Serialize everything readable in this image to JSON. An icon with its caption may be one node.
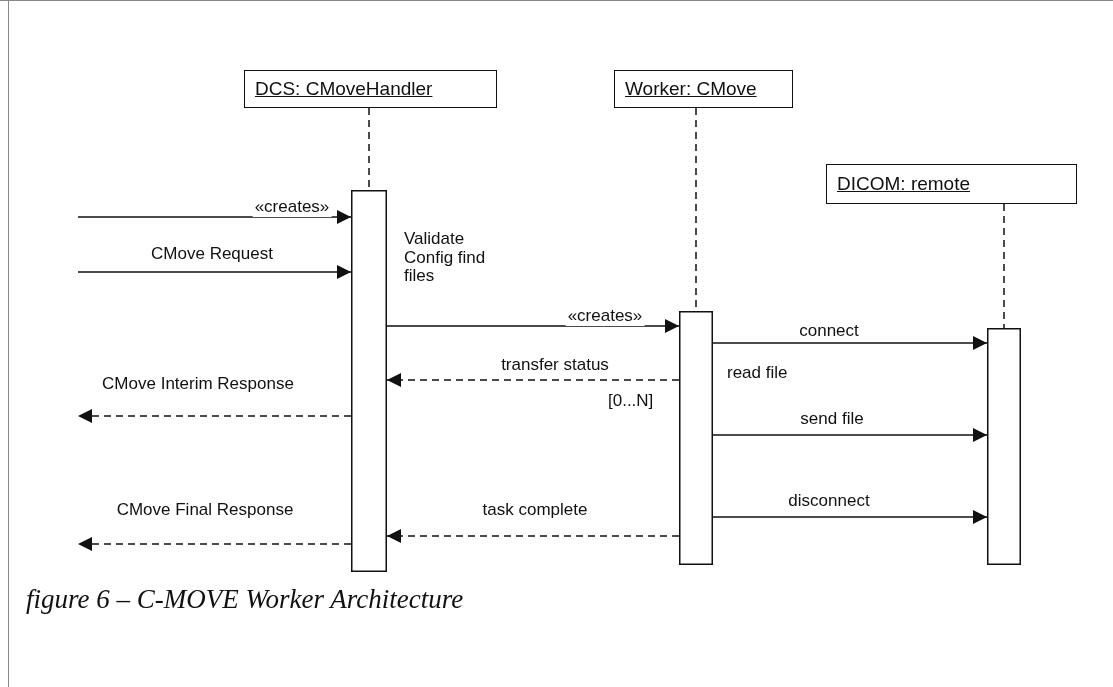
{
  "diagram": {
    "caption": "figure 6 – C-MOVE Worker Architecture",
    "nodes": [
      {
        "text": [
          "DCS: CMoveHandler"
        ]
      },
      {
        "text": [
          "Worker: CMove"
        ]
      },
      {
        "text": [
          "DICOM: remote"
        ]
      },
      {
        "text": [],
        "shape": "bar"
      },
      {
        "text": [],
        "shape": "bar"
      },
      {
        "text": [],
        "shape": "bar"
      }
    ],
    "edges": [
      {
        "from": 0,
        "to": 3,
        "arrow": "none",
        "style": "dashed"
      },
      {
        "from": 1,
        "to": 4,
        "arrow": "none",
        "style": "dashed"
      },
      {
        "from": 2,
        "to": 5,
        "arrow": "none",
        "style": "dashed"
      },
      {
        "from": null,
        "to": 3,
        "arrow": "to",
        "label": "«creates»"
      },
      {
        "from": null,
        "to": 3,
        "arrow": "to",
        "label": "CMove Request"
      },
      {
        "from": 3,
        "to": 4,
        "arrow": "to",
        "label": "«creates»"
      },
      {
        "from": 4,
        "to": 5,
        "arrow": "to",
        "label": "connect"
      },
      {
        "from": 4,
        "to": 3,
        "arrow": "to",
        "style": "dashed",
        "label": "transfer status"
      },
      {
        "from": 3,
        "to": null,
        "arrow": "to",
        "style": "dashed",
        "label": "CMove Interim Response"
      },
      {
        "from": 4,
        "to": 5,
        "arrow": "to",
        "label": "send file"
      },
      {
        "from": 4,
        "to": 5,
        "arrow": "to",
        "label": "disconnect"
      },
      {
        "from": 4,
        "to": 3,
        "arrow": "to",
        "style": "dashed",
        "label": "task complete"
      },
      {
        "from": 3,
        "to": null,
        "arrow": "to",
        "style": "dashed",
        "label": "CMove Final Response"
      }
    ],
    "labels": [
      "Validate Config find files",
      "read file",
      "[0...N]"
    ]
  }
}
